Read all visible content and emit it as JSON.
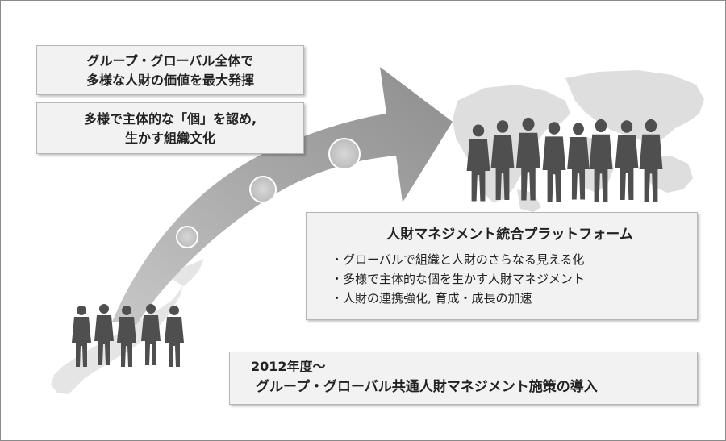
{
  "top_left_boxes": [
    {
      "lines": [
        "グループ・グローバル全体で",
        "多様な人財の価値を最大発揮"
      ]
    },
    {
      "lines": [
        "多様で主体的な「個」を認め,",
        "生かす組織文化"
      ]
    }
  ],
  "platform": {
    "title": "人財マネジメント統合プラットフォーム",
    "bullets": [
      "グローバルで組織と人財のさらなる見える化",
      "多様で主体的な個を生かす人財マネジメント",
      "人財の連携強化, 育成・成長の加速"
    ]
  },
  "introduction": {
    "year": "2012年度～",
    "title": "グループ・グローバル共通人財マネジメント施策の導入"
  },
  "colors": {
    "arrow": "#9a9a9a",
    "silhouette": "#555555",
    "map": "#dcdcdc",
    "box_bg": "#f2f2f2"
  },
  "icons": [
    "japan-map",
    "world-map",
    "people-silhouette",
    "curved-arrow",
    "progress-circle"
  ]
}
